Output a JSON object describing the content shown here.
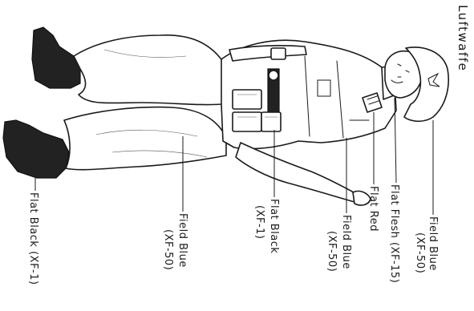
{
  "title": "Luftwaffe",
  "callouts": [
    {
      "name": "Field Blue",
      "code": "(XF-50)",
      "line1": "Field Blue",
      "line2": "(XF-50)"
    },
    {
      "name": "Flat Flesh",
      "code": "(XF-15)",
      "line1": "Flat Flesh  (XF-15)"
    },
    {
      "name": "Flat Red",
      "line1": "Flat Red"
    },
    {
      "name": "Field Blue",
      "code": "(XF-50)",
      "line1": "Field Blue",
      "line2": "(XF-50)"
    },
    {
      "name": "Flat Black",
      "code": "(XF-1)",
      "line1": "Flat Black",
      "line2": "(XF-1)"
    },
    {
      "name": "Field Blue",
      "code": "(XF-50)",
      "line1": "Field Blue",
      "line2": "(XF-50)"
    },
    {
      "name": "Flat Black",
      "code": "(XF-1)",
      "line1": "Flat Black  (XF-1)"
    }
  ],
  "colors": {
    "ink": "#1a1a1a",
    "boots": "#222222",
    "paper": "#ffffff"
  }
}
